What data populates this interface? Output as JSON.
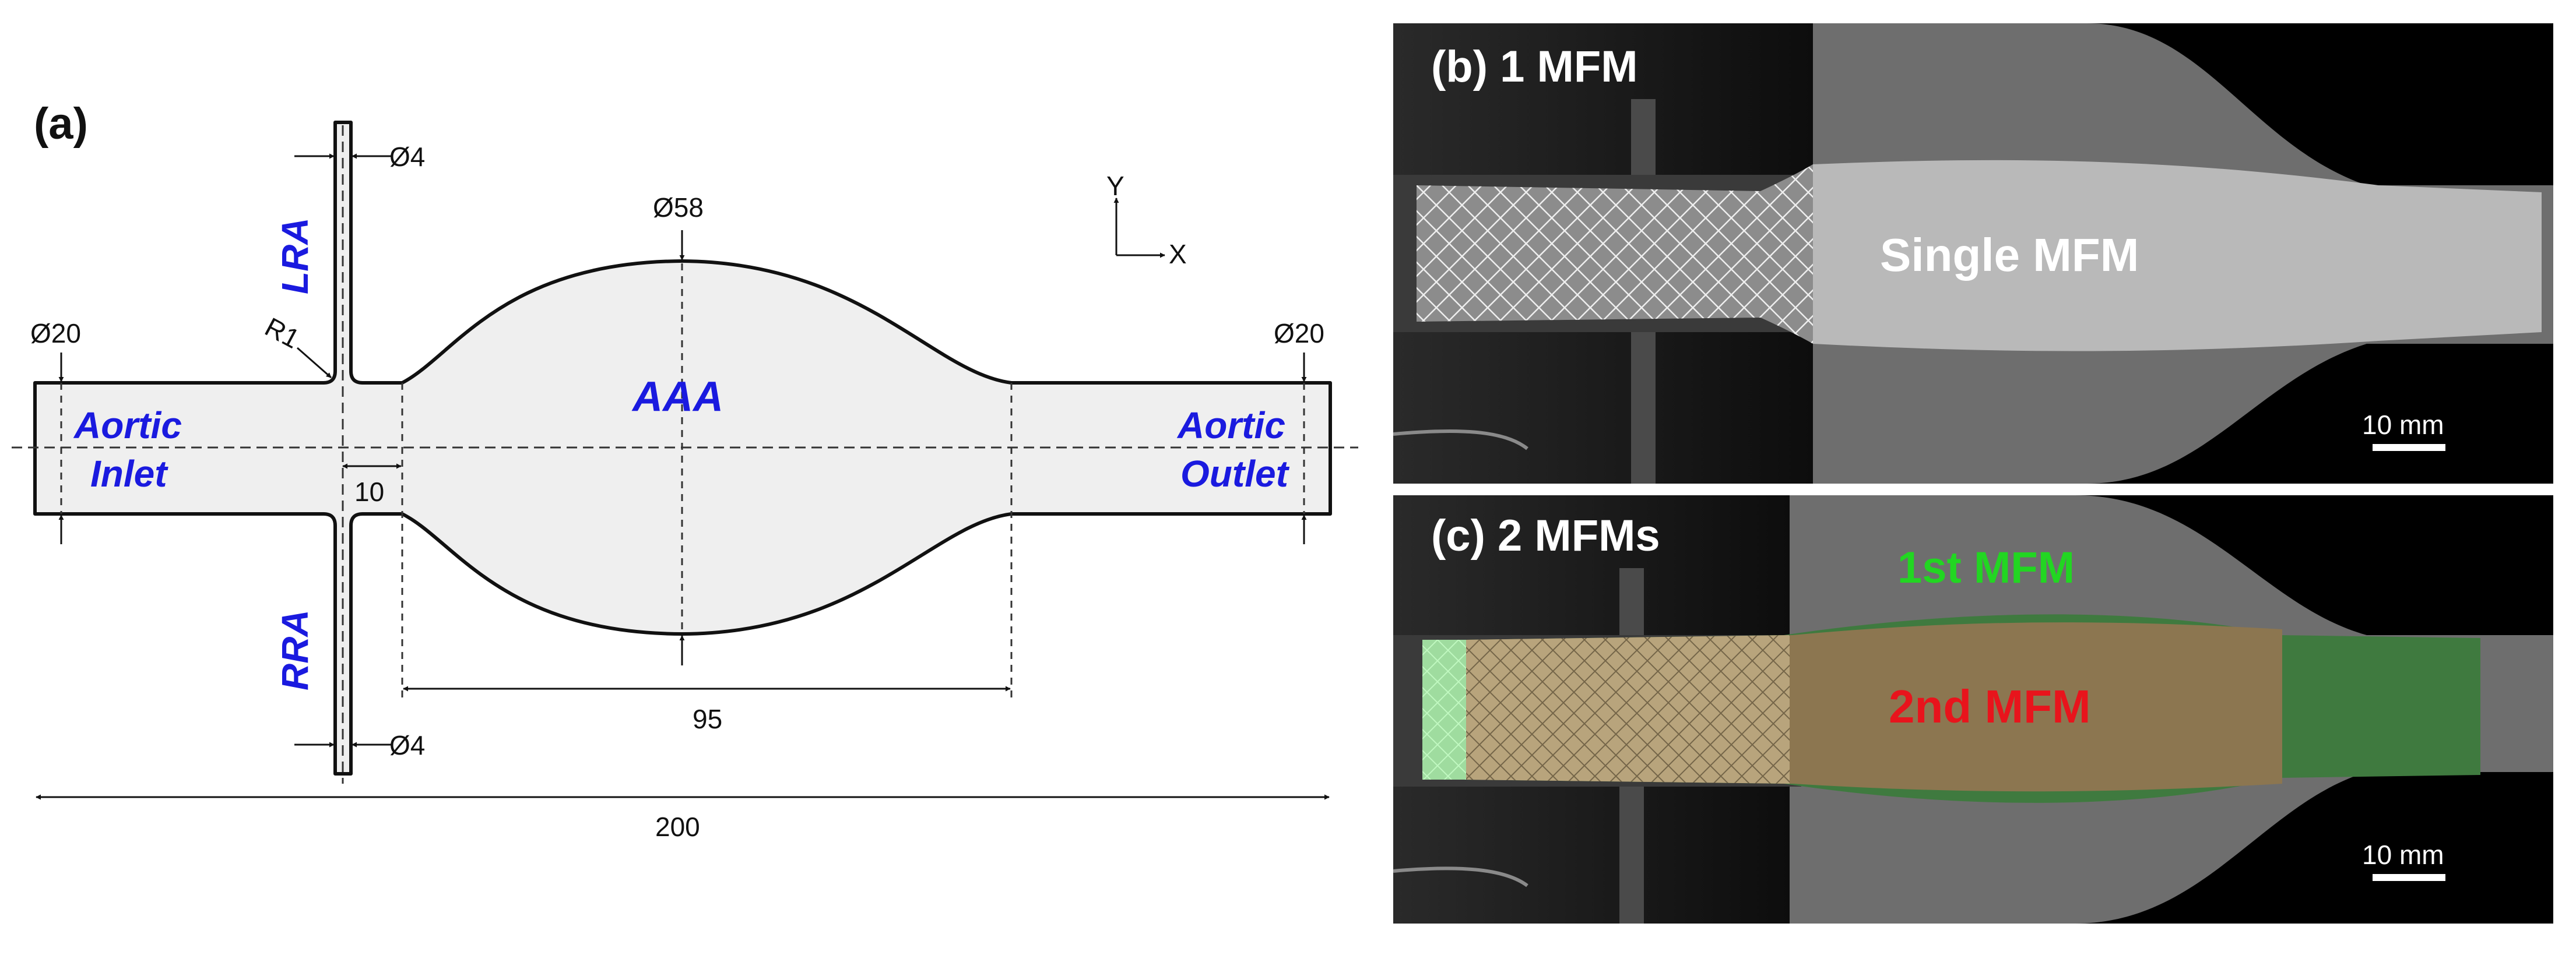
{
  "panel_a": {
    "label": "(a)",
    "axis_y": "Y",
    "axis_x": "X",
    "dim_lra_diameter": "Ø4",
    "dim_rra_diameter": "Ø4",
    "dim_aaa_diameter": "Ø58",
    "dim_inlet_diameter": "Ø20",
    "dim_outlet_diameter": "Ø20",
    "dim_radius": "R1",
    "dim_offset": "10",
    "dim_aaa_length": "95",
    "dim_total_length": "200",
    "label_lra": "LRA",
    "label_rra": "RRA",
    "label_aaa": "AAA",
    "label_inlet_1": "Aortic",
    "label_inlet_2": "Inlet",
    "label_outlet_1": "Aortic",
    "label_outlet_2": "Outlet"
  },
  "panel_b": {
    "label": "(b) 1 MFM",
    "device_label": "Single MFM",
    "scale_bar": "10 mm"
  },
  "panel_c": {
    "label": "(c) 2 MFMs",
    "first_label": "1st MFM",
    "second_label": "2nd MFM",
    "scale_bar": "10 mm"
  },
  "colors": {
    "blue_label": "#1a1adf",
    "first_mfm": "#22d622",
    "second_mfm": "#e8141c",
    "geometry_fill": "#efefef"
  }
}
